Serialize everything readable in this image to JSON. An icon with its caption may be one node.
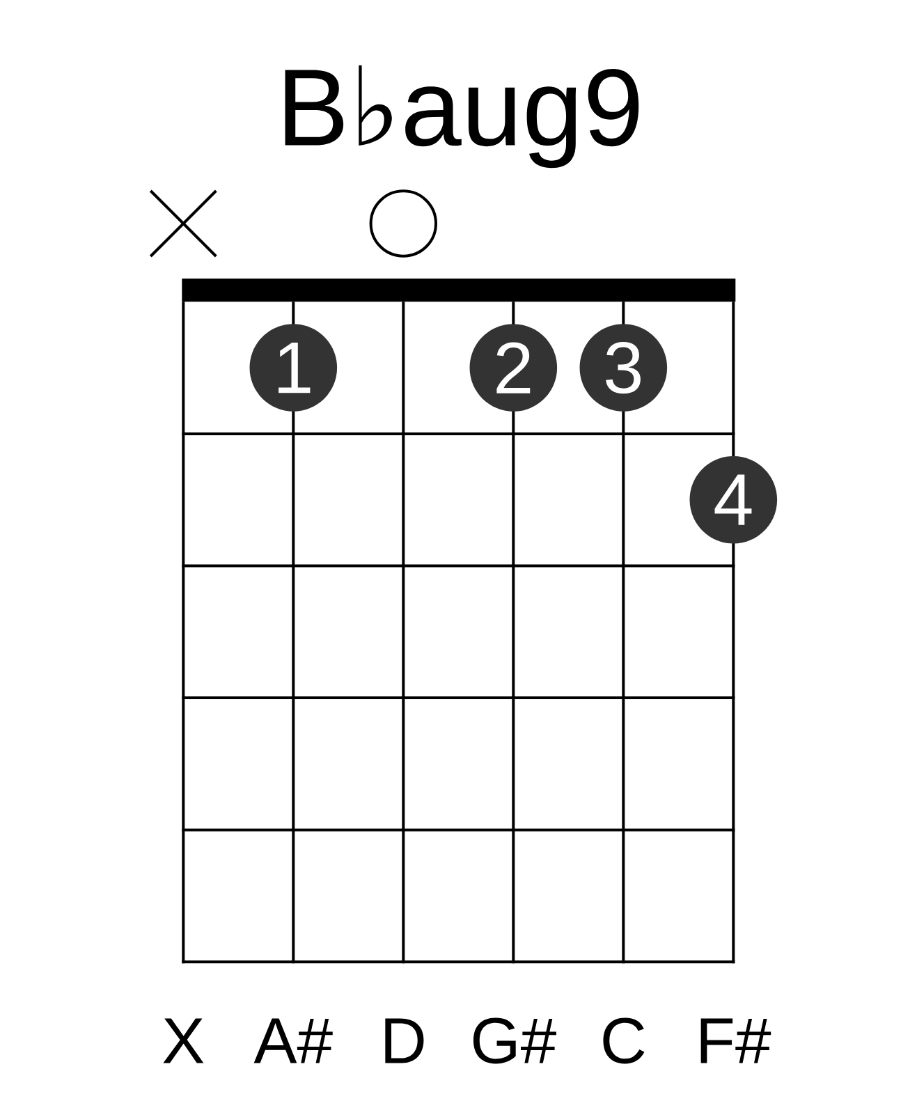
{
  "diagram": {
    "title": "B♭aug9",
    "nodes": [
      {
        "text": [],
        "shape": "circle"
      },
      {
        "text": [
          "1"
        ]
      },
      {
        "text": [
          "2"
        ]
      },
      {
        "text": [
          "3"
        ]
      },
      {
        "text": [
          "4"
        ]
      }
    ],
    "labels": [
      "X",
      "A#",
      "D",
      "G#",
      "C",
      "F#"
    ]
  }
}
